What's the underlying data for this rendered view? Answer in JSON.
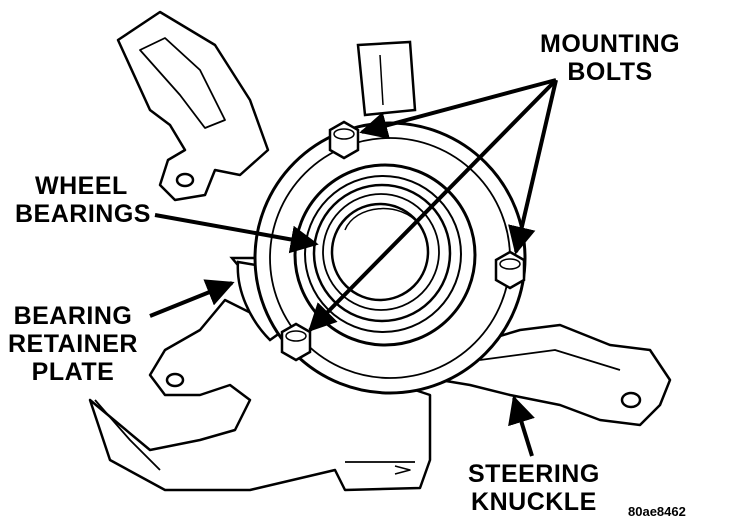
{
  "labels": {
    "mounting_bolts": [
      "MOUNTING",
      "BOLTS"
    ],
    "wheel_bearings": [
      "WHEEL",
      "BEARINGS"
    ],
    "bearing_retainer_plate": [
      "BEARING",
      "RETAINER",
      "PLATE"
    ],
    "steering_knuckle": [
      "STEERING",
      "KNUCKLE"
    ]
  },
  "figure_id": "80ae8462",
  "colors": {
    "ink": "#000000",
    "paper": "#ffffff"
  }
}
